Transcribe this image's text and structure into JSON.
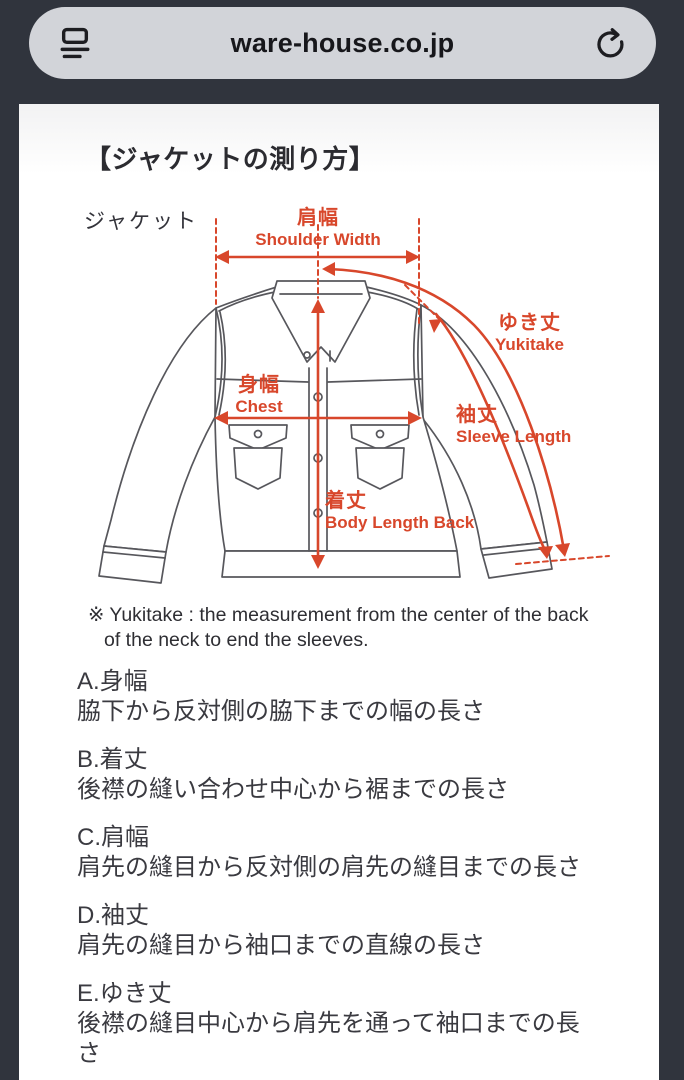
{
  "browser": {
    "url": "ware-house.co.jp",
    "reader_icon": "reader-view",
    "reload_icon": "reload"
  },
  "page": {
    "title": "【ジャケットの測り方】",
    "item_label": "ジャケット",
    "note": "※ Yukitake : the measurement from the center of the back of the neck to end the sleeves.",
    "diagram": {
      "accent_color": "#d8472b",
      "labels": {
        "shoulder_jp": "肩幅",
        "shoulder_en": "Shoulder Width",
        "yukitake_jp": "ゆき丈",
        "yukitake_en": "Yukitake",
        "sleeve_jp": "袖丈",
        "sleeve_en": "Sleeve Length",
        "chest_jp": "身幅",
        "chest_en": "Chest",
        "body_jp": "着丈",
        "body_en": "Body Length Back"
      }
    },
    "measurements": [
      {
        "key": "A.身幅",
        "desc": "脇下から反対側の脇下までの幅の長さ"
      },
      {
        "key": "B.着丈",
        "desc": "後襟の縫い合わせ中心から裾までの長さ"
      },
      {
        "key": "C.肩幅",
        "desc": "肩先の縫目から反対側の肩先の縫目までの長さ"
      },
      {
        "key": "D.袖丈",
        "desc": "肩先の縫目から袖口までの直線の長さ"
      },
      {
        "key": "E.ゆき丈",
        "desc": "後襟の縫目中心から肩先を通って袖口までの長さ"
      }
    ]
  }
}
